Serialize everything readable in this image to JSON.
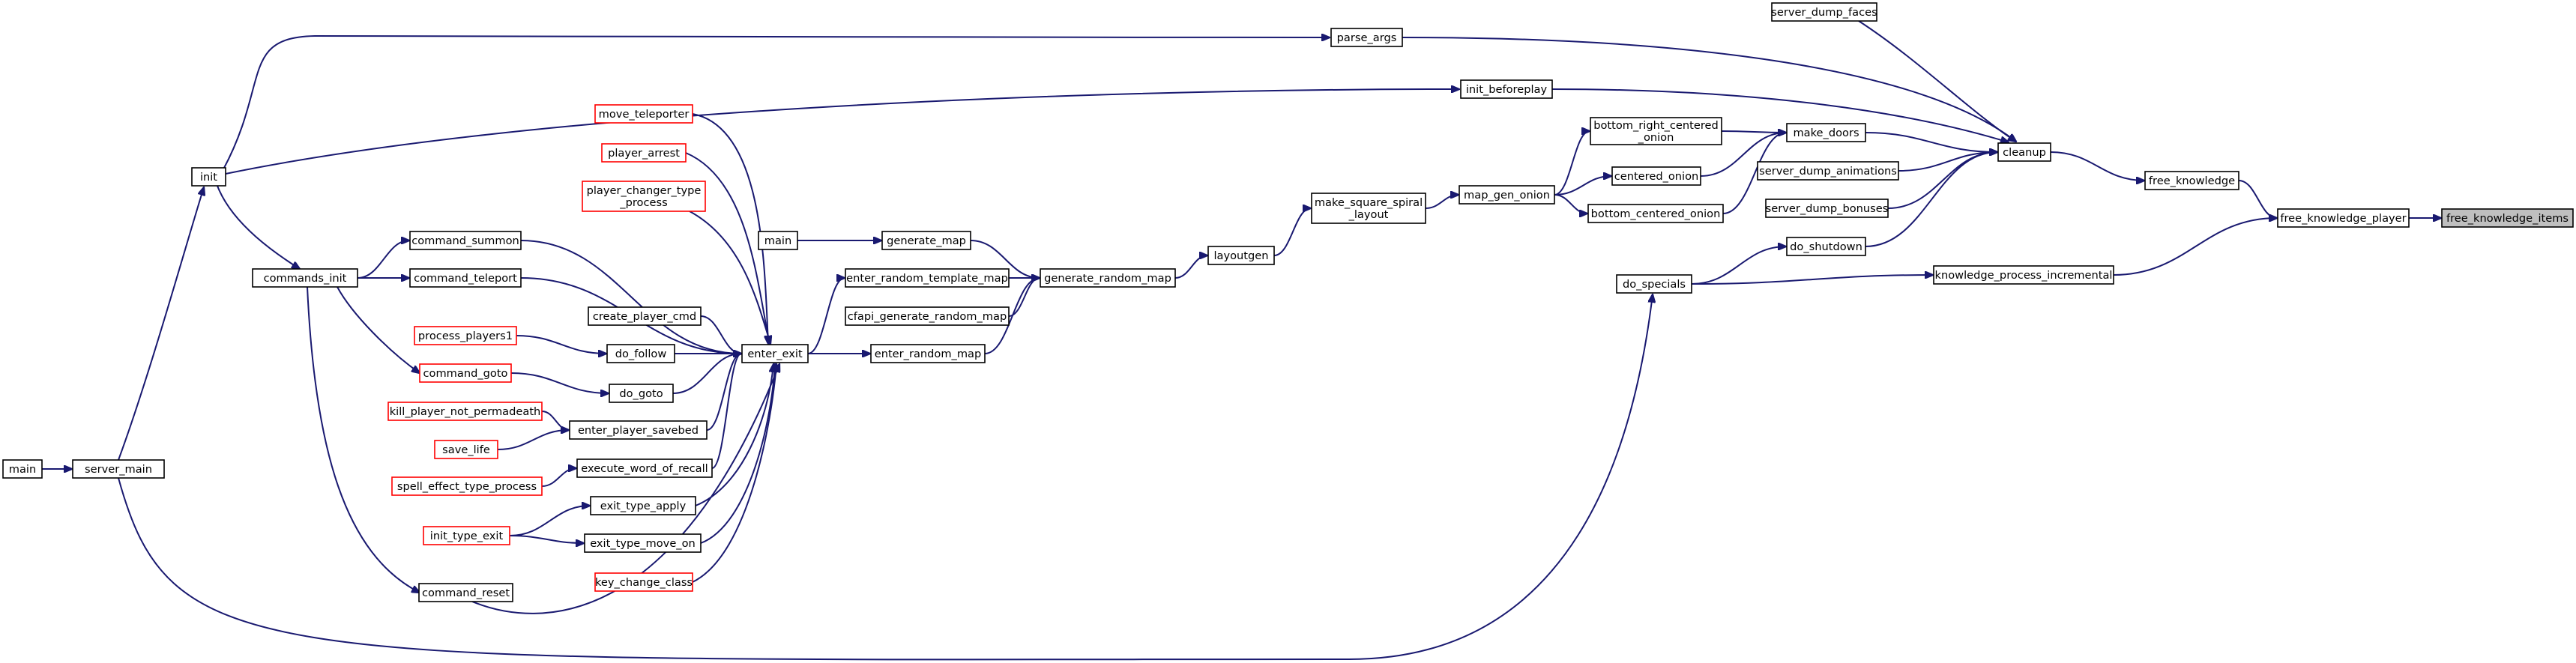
{
  "colors": {
    "edge": "#191970",
    "node_border": "#000000",
    "node_border_incomplete": "#ff0000",
    "node_fill": "#ffffff",
    "focus_fill": "#bfbfbf",
    "focus_border": "#000000"
  },
  "diagram": {
    "kind": "call-graph",
    "nodes": [
      {
        "id": "free_knowledge_items",
        "lines": [
          "free_knowledge_items"
        ],
        "style": "focus"
      },
      {
        "id": "free_knowledge_player",
        "lines": [
          "free_knowledge_player"
        ],
        "style": "normal"
      },
      {
        "id": "free_knowledge",
        "lines": [
          "free_knowledge"
        ],
        "style": "normal"
      },
      {
        "id": "knowledge_process_incremental",
        "lines": [
          "knowledge_process_incremental"
        ],
        "style": "normal"
      },
      {
        "id": "cleanup",
        "lines": [
          "cleanup"
        ],
        "style": "normal"
      },
      {
        "id": "server_dump_faces",
        "lines": [
          "server_dump_faces"
        ],
        "style": "normal"
      },
      {
        "id": "parse_args",
        "lines": [
          "parse_args"
        ],
        "style": "normal"
      },
      {
        "id": "init_beforeplay",
        "lines": [
          "init_beforeplay"
        ],
        "style": "normal"
      },
      {
        "id": "make_doors",
        "lines": [
          "make_doors"
        ],
        "style": "normal"
      },
      {
        "id": "server_dump_animations",
        "lines": [
          "server_dump_animations"
        ],
        "style": "normal"
      },
      {
        "id": "server_dump_bonuses",
        "lines": [
          "server_dump_bonuses"
        ],
        "style": "normal"
      },
      {
        "id": "do_shutdown",
        "lines": [
          "do_shutdown"
        ],
        "style": "normal"
      },
      {
        "id": "do_specials",
        "lines": [
          "do_specials"
        ],
        "style": "normal"
      },
      {
        "id": "bottom_right_centered_onion",
        "lines": [
          "bottom_right_centered",
          "_onion"
        ],
        "style": "normal"
      },
      {
        "id": "centered_onion",
        "lines": [
          "centered_onion"
        ],
        "style": "normal"
      },
      {
        "id": "bottom_centered_onion",
        "lines": [
          "bottom_centered_onion"
        ],
        "style": "normal"
      },
      {
        "id": "map_gen_onion",
        "lines": [
          "map_gen_onion"
        ],
        "style": "normal"
      },
      {
        "id": "make_square_spiral_layout",
        "lines": [
          "make_square_spiral",
          "_layout"
        ],
        "style": "normal"
      },
      {
        "id": "layoutgen",
        "lines": [
          "layoutgen"
        ],
        "style": "normal"
      },
      {
        "id": "generate_random_map",
        "lines": [
          "generate_random_map"
        ],
        "style": "normal"
      },
      {
        "id": "generate_map",
        "lines": [
          "generate_map"
        ],
        "style": "normal"
      },
      {
        "id": "main_a",
        "lines": [
          "main"
        ],
        "style": "normal"
      },
      {
        "id": "enter_random_template_map",
        "lines": [
          "enter_random_template_map"
        ],
        "style": "normal"
      },
      {
        "id": "cfapi_generate_random_map",
        "lines": [
          "cfapi_generate_random_map"
        ],
        "style": "normal"
      },
      {
        "id": "enter_random_map",
        "lines": [
          "enter_random_map"
        ],
        "style": "normal"
      },
      {
        "id": "enter_exit",
        "lines": [
          "enter_exit"
        ],
        "style": "normal"
      },
      {
        "id": "move_teleporter",
        "lines": [
          "move_teleporter"
        ],
        "style": "incomplete"
      },
      {
        "id": "player_arrest",
        "lines": [
          "player_arrest"
        ],
        "style": "incomplete"
      },
      {
        "id": "player_changer_type_process",
        "lines": [
          "player_changer_type",
          "_process"
        ],
        "style": "incomplete"
      },
      {
        "id": "command_summon",
        "lines": [
          "command_summon"
        ],
        "style": "normal"
      },
      {
        "id": "command_teleport",
        "lines": [
          "command_teleport"
        ],
        "style": "normal"
      },
      {
        "id": "create_player_cmd",
        "lines": [
          "create_player_cmd"
        ],
        "style": "normal"
      },
      {
        "id": "process_players1",
        "lines": [
          "process_players1"
        ],
        "style": "incomplete"
      },
      {
        "id": "do_follow",
        "lines": [
          "do_follow"
        ],
        "style": "normal"
      },
      {
        "id": "command_goto",
        "lines": [
          "command_goto"
        ],
        "style": "incomplete"
      },
      {
        "id": "do_goto",
        "lines": [
          "do_goto"
        ],
        "style": "normal"
      },
      {
        "id": "kill_player_not_permadeath",
        "lines": [
          "kill_player_not_permadeath"
        ],
        "style": "incomplete"
      },
      {
        "id": "enter_player_savebed",
        "lines": [
          "enter_player_savebed"
        ],
        "style": "normal"
      },
      {
        "id": "save_life",
        "lines": [
          "save_life"
        ],
        "style": "incomplete"
      },
      {
        "id": "spell_effect_type_process",
        "lines": [
          "spell_effect_type_process"
        ],
        "style": "incomplete"
      },
      {
        "id": "execute_word_of_recall",
        "lines": [
          "execute_word_of_recall"
        ],
        "style": "normal"
      },
      {
        "id": "exit_type_apply",
        "lines": [
          "exit_type_apply"
        ],
        "style": "normal"
      },
      {
        "id": "init_type_exit",
        "lines": [
          "init_type_exit"
        ],
        "style": "incomplete"
      },
      {
        "id": "exit_type_move_on",
        "lines": [
          "exit_type_move_on"
        ],
        "style": "normal"
      },
      {
        "id": "key_change_class",
        "lines": [
          "key_change_class"
        ],
        "style": "incomplete"
      },
      {
        "id": "command_reset",
        "lines": [
          "command_reset"
        ],
        "style": "normal"
      },
      {
        "id": "commands_init",
        "lines": [
          "commands_init"
        ],
        "style": "normal"
      },
      {
        "id": "init",
        "lines": [
          "init"
        ],
        "style": "normal"
      },
      {
        "id": "server_main",
        "lines": [
          "server_main"
        ],
        "style": "normal"
      },
      {
        "id": "main_b",
        "lines": [
          "main"
        ],
        "style": "normal"
      }
    ],
    "edges": [
      {
        "from": "free_knowledge_player",
        "to": "free_knowledge_items"
      },
      {
        "from": "free_knowledge",
        "to": "free_knowledge_player"
      },
      {
        "from": "knowledge_process_incremental",
        "to": "free_knowledge_player"
      },
      {
        "from": "cleanup",
        "to": "free_knowledge"
      },
      {
        "from": "do_specials",
        "to": "knowledge_process_incremental"
      },
      {
        "from": "server_dump_faces",
        "to": "cleanup"
      },
      {
        "from": "parse_args",
        "to": "cleanup"
      },
      {
        "from": "init_beforeplay",
        "to": "cleanup"
      },
      {
        "from": "make_doors",
        "to": "cleanup"
      },
      {
        "from": "server_dump_animations",
        "to": "cleanup"
      },
      {
        "from": "server_dump_bonuses",
        "to": "cleanup"
      },
      {
        "from": "do_shutdown",
        "to": "cleanup"
      },
      {
        "from": "do_specials",
        "to": "do_shutdown"
      },
      {
        "from": "bottom_right_centered_onion",
        "to": "make_doors"
      },
      {
        "from": "centered_onion",
        "to": "make_doors"
      },
      {
        "from": "bottom_centered_onion",
        "to": "make_doors"
      },
      {
        "from": "map_gen_onion",
        "to": "bottom_right_centered_onion"
      },
      {
        "from": "map_gen_onion",
        "to": "centered_onion"
      },
      {
        "from": "map_gen_onion",
        "to": "bottom_centered_onion"
      },
      {
        "from": "make_square_spiral_layout",
        "to": "map_gen_onion"
      },
      {
        "from": "layoutgen",
        "to": "make_square_spiral_layout"
      },
      {
        "from": "generate_random_map",
        "to": "layoutgen"
      },
      {
        "from": "generate_map",
        "to": "generate_random_map"
      },
      {
        "from": "enter_random_template_map",
        "to": "generate_random_map"
      },
      {
        "from": "cfapi_generate_random_map",
        "to": "generate_random_map"
      },
      {
        "from": "enter_random_map",
        "to": "generate_random_map"
      },
      {
        "from": "main_a",
        "to": "generate_map"
      },
      {
        "from": "enter_exit",
        "to": "enter_random_template_map"
      },
      {
        "from": "enter_exit",
        "to": "enter_random_map"
      },
      {
        "from": "move_teleporter",
        "to": "enter_exit"
      },
      {
        "from": "player_arrest",
        "to": "enter_exit"
      },
      {
        "from": "player_changer_type_process",
        "to": "enter_exit"
      },
      {
        "from": "command_summon",
        "to": "enter_exit"
      },
      {
        "from": "command_teleport",
        "to": "enter_exit"
      },
      {
        "from": "create_player_cmd",
        "to": "enter_exit"
      },
      {
        "from": "do_follow",
        "to": "enter_exit"
      },
      {
        "from": "do_goto",
        "to": "enter_exit"
      },
      {
        "from": "enter_player_savebed",
        "to": "enter_exit"
      },
      {
        "from": "execute_word_of_recall",
        "to": "enter_exit"
      },
      {
        "from": "exit_type_apply",
        "to": "enter_exit"
      },
      {
        "from": "exit_type_move_on",
        "to": "enter_exit"
      },
      {
        "from": "key_change_class",
        "to": "enter_exit"
      },
      {
        "from": "command_reset",
        "to": "enter_exit"
      },
      {
        "from": "process_players1",
        "to": "do_follow"
      },
      {
        "from": "command_goto",
        "to": "do_goto"
      },
      {
        "from": "kill_player_not_permadeath",
        "to": "enter_player_savebed"
      },
      {
        "from": "save_life",
        "to": "enter_player_savebed"
      },
      {
        "from": "spell_effect_type_process",
        "to": "execute_word_of_recall"
      },
      {
        "from": "init_type_exit",
        "to": "exit_type_apply"
      },
      {
        "from": "init_type_exit",
        "to": "exit_type_move_on"
      },
      {
        "from": "commands_init",
        "to": "command_summon"
      },
      {
        "from": "commands_init",
        "to": "command_teleport"
      },
      {
        "from": "commands_init",
        "to": "command_goto"
      },
      {
        "from": "commands_init",
        "to": "command_reset"
      },
      {
        "from": "init",
        "to": "commands_init"
      },
      {
        "from": "init",
        "to": "parse_args"
      },
      {
        "from": "init",
        "to": "init_beforeplay"
      },
      {
        "from": "server_main",
        "to": "init"
      },
      {
        "from": "server_main",
        "to": "do_specials"
      },
      {
        "from": "main_b",
        "to": "server_main"
      }
    ]
  }
}
